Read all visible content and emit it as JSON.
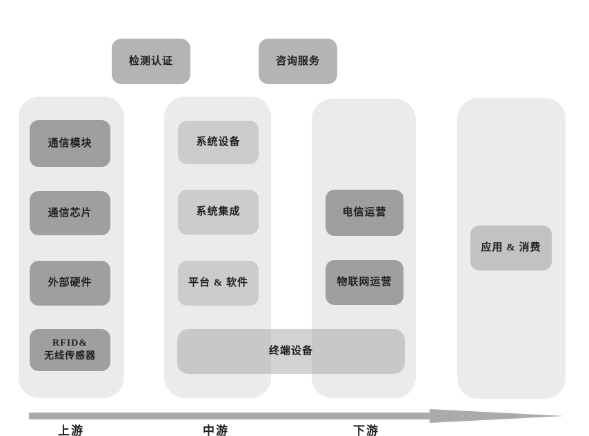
{
  "diagram": {
    "title": "iot-industry-chain",
    "top_services": [
      {
        "label": "检测认证"
      },
      {
        "label": "咨询服务"
      }
    ],
    "columns": [
      {
        "stage": "上游",
        "items": [
          "通信模块",
          "通信芯片",
          "外部硬件",
          "RFID&\n无线传感器"
        ]
      },
      {
        "stage": "中游",
        "items": [
          "系统设备",
          "系统集成",
          "平台 & 软件"
        ]
      },
      {
        "stage": "下游",
        "items": [
          "电信运营",
          "物联网运营"
        ]
      },
      {
        "stage": "",
        "items": [
          "应用 & 消费"
        ]
      }
    ],
    "spanning_item": "终端设备",
    "axis_labels": {
      "upstream": "上游",
      "midstream": "中游",
      "downstream": "下游"
    },
    "colors": {
      "container": "#ebebeb",
      "dark_box": "#9f9f9f",
      "service_box": "#b4b4b4",
      "light_box": "#cccccc",
      "application_box": "#c2c2c2",
      "terminal_box": "rgba(158,158,158,0.45)",
      "arrow": "#ababab",
      "text": "#1f1f1f"
    }
  }
}
